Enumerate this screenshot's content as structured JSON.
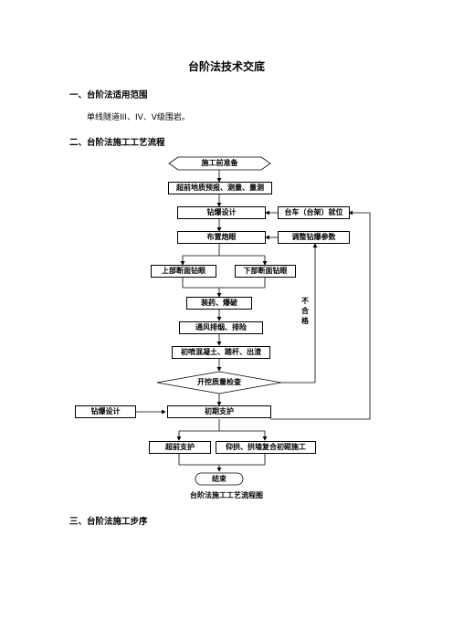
{
  "doc": {
    "title": "台阶法技术交底",
    "section1": "一、台阶法适用范围",
    "section1_body": "单线隧道III、IV、V级围岩。",
    "section2": "二、台阶法施工工艺流程",
    "section3": "三、台阶法施工步序",
    "caption": "台阶法施工工艺流程图"
  },
  "flow": {
    "start": "施工前准备",
    "forecast": "超前地质预报、测量、量测",
    "blast_design": "钻爆设计",
    "trolley": "台车（台架）就位",
    "layout_holes": "布置炮眼",
    "adjust_params": "调整钻爆参数",
    "upper_drill": "上部断面钻眼",
    "lower_drill": "下部断面钻眼",
    "charge_blast": "装药、爆破",
    "ventilate": "通风排烟、排险",
    "shotcrete": "初喷混凝土、踏杆、出渣",
    "inspect": "开挖质量检查",
    "fail": "不合格",
    "blast_design_left": "钻爆设计",
    "initial_support": "初期支护",
    "advance_support": "超前支护",
    "invert": "仰拱、拱墙复合初砌施工",
    "end": "结束"
  }
}
